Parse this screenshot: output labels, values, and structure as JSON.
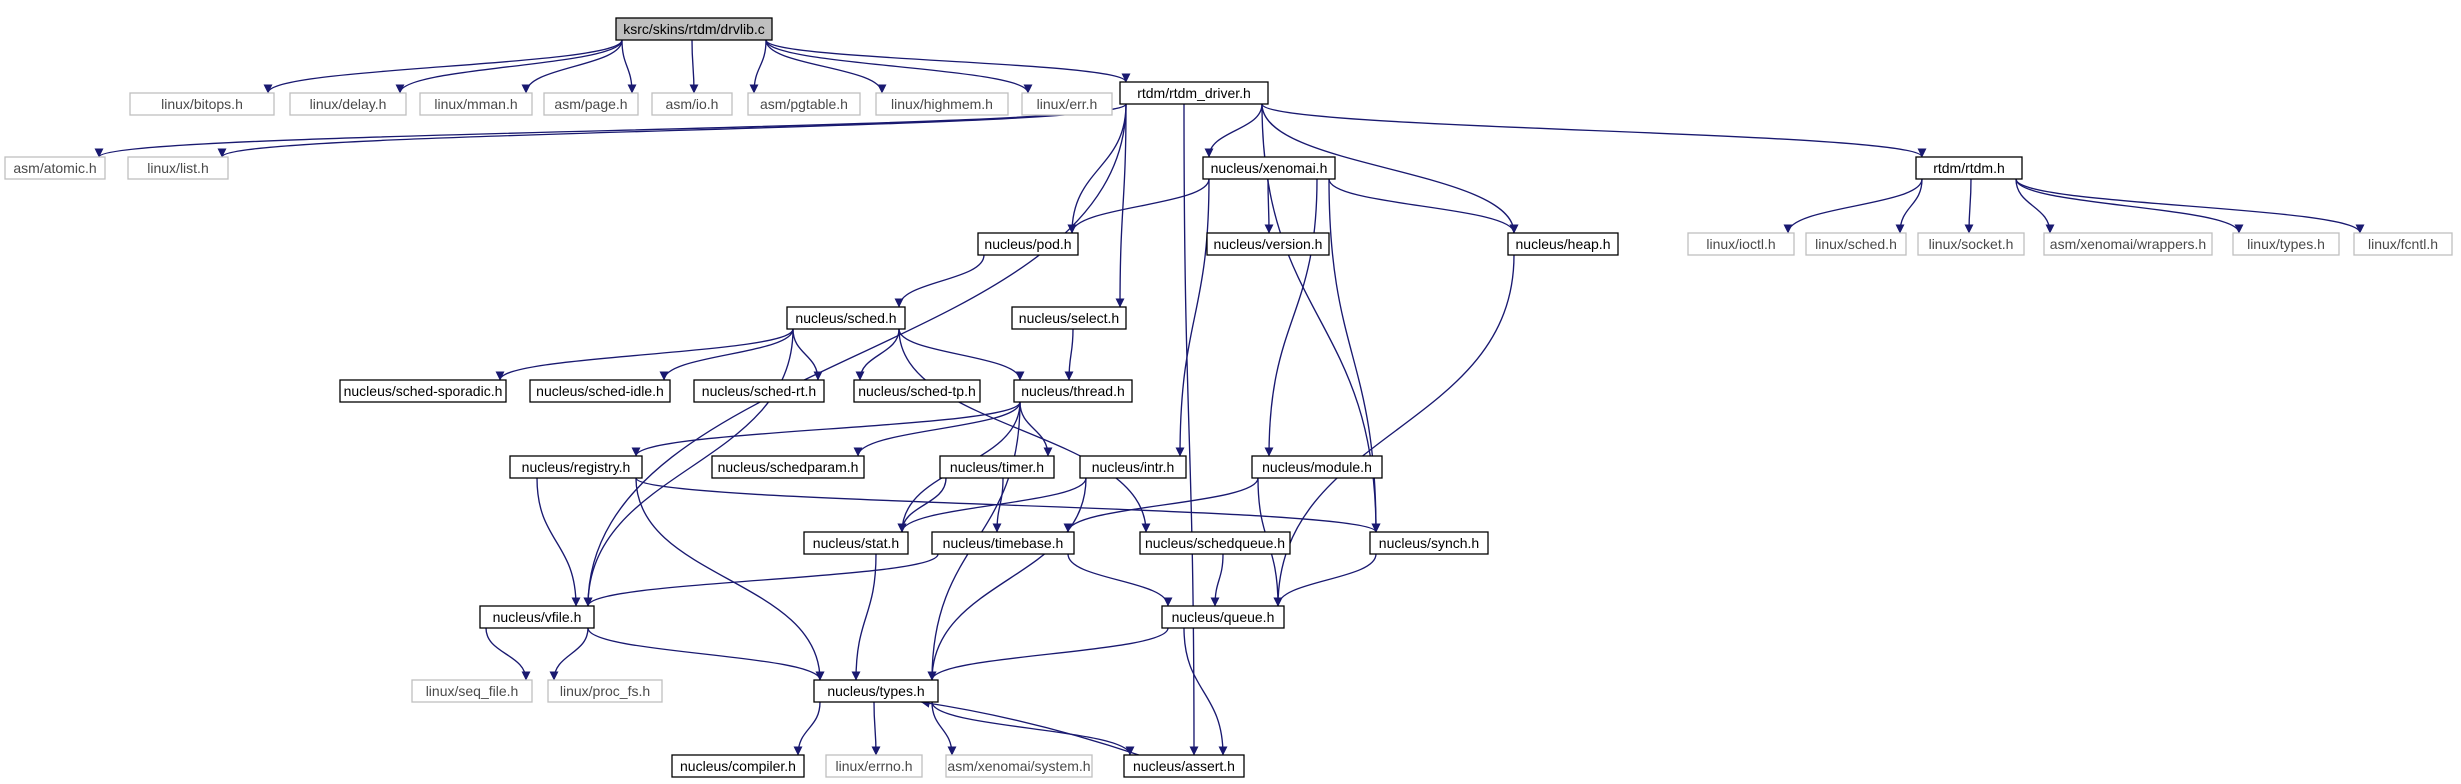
{
  "diagram": {
    "nodes": [
      {
        "id": "root",
        "label": "ksrc/skins/rtdm/drvlib.c",
        "kind": "root"
      },
      {
        "id": "bitops",
        "label": "linux/bitops.h",
        "kind": "external"
      },
      {
        "id": "delay",
        "label": "linux/delay.h",
        "kind": "external"
      },
      {
        "id": "mman",
        "label": "linux/mman.h",
        "kind": "external"
      },
      {
        "id": "page",
        "label": "asm/page.h",
        "kind": "external"
      },
      {
        "id": "io",
        "label": "asm/io.h",
        "kind": "external"
      },
      {
        "id": "pgtable",
        "label": "asm/pgtable.h",
        "kind": "external"
      },
      {
        "id": "highmem",
        "label": "linux/highmem.h",
        "kind": "external"
      },
      {
        "id": "err",
        "label": "linux/err.h",
        "kind": "external"
      },
      {
        "id": "rtdm_driver",
        "label": "rtdm/rtdm_driver.h",
        "kind": "documented"
      },
      {
        "id": "atomic",
        "label": "asm/atomic.h",
        "kind": "external"
      },
      {
        "id": "list",
        "label": "linux/list.h",
        "kind": "external"
      },
      {
        "id": "xenomai",
        "label": "nucleus/xenomai.h",
        "kind": "documented"
      },
      {
        "id": "rtdm",
        "label": "rtdm/rtdm.h",
        "kind": "documented"
      },
      {
        "id": "pod",
        "label": "nucleus/pod.h",
        "kind": "documented"
      },
      {
        "id": "version",
        "label": "nucleus/version.h",
        "kind": "documented"
      },
      {
        "id": "heap",
        "label": "nucleus/heap.h",
        "kind": "documented"
      },
      {
        "id": "ioctl",
        "label": "linux/ioctl.h",
        "kind": "external"
      },
      {
        "id": "lsched",
        "label": "linux/sched.h",
        "kind": "external"
      },
      {
        "id": "socket",
        "label": "linux/socket.h",
        "kind": "external"
      },
      {
        "id": "wrappers",
        "label": "asm/xenomai/wrappers.h",
        "kind": "external"
      },
      {
        "id": "ltypes",
        "label": "linux/types.h",
        "kind": "external"
      },
      {
        "id": "fcntl",
        "label": "linux/fcntl.h",
        "kind": "external"
      },
      {
        "id": "sched",
        "label": "nucleus/sched.h",
        "kind": "documented"
      },
      {
        "id": "select",
        "label": "nucleus/select.h",
        "kind": "documented"
      },
      {
        "id": "sporadic",
        "label": "nucleus/sched-sporadic.h",
        "kind": "documented"
      },
      {
        "id": "idle",
        "label": "nucleus/sched-idle.h",
        "kind": "documented"
      },
      {
        "id": "rt",
        "label": "nucleus/sched-rt.h",
        "kind": "documented"
      },
      {
        "id": "tp",
        "label": "nucleus/sched-tp.h",
        "kind": "documented"
      },
      {
        "id": "thread",
        "label": "nucleus/thread.h",
        "kind": "documented"
      },
      {
        "id": "registry",
        "label": "nucleus/registry.h",
        "kind": "documented"
      },
      {
        "id": "schedparam",
        "label": "nucleus/schedparam.h",
        "kind": "documented"
      },
      {
        "id": "timer",
        "label": "nucleus/timer.h",
        "kind": "documented"
      },
      {
        "id": "intr",
        "label": "nucleus/intr.h",
        "kind": "documented"
      },
      {
        "id": "module",
        "label": "nucleus/module.h",
        "kind": "documented"
      },
      {
        "id": "stat",
        "label": "nucleus/stat.h",
        "kind": "documented"
      },
      {
        "id": "timebase",
        "label": "nucleus/timebase.h",
        "kind": "documented"
      },
      {
        "id": "schedqueue",
        "label": "nucleus/schedqueue.h",
        "kind": "documented"
      },
      {
        "id": "synch",
        "label": "nucleus/synch.h",
        "kind": "documented"
      },
      {
        "id": "vfile",
        "label": "nucleus/vfile.h",
        "kind": "documented"
      },
      {
        "id": "queue",
        "label": "nucleus/queue.h",
        "kind": "documented"
      },
      {
        "id": "seqfile",
        "label": "linux/seq_file.h",
        "kind": "external"
      },
      {
        "id": "procfs",
        "label": "linux/proc_fs.h",
        "kind": "external"
      },
      {
        "id": "types",
        "label": "nucleus/types.h",
        "kind": "documented"
      },
      {
        "id": "compiler",
        "label": "nucleus/compiler.h",
        "kind": "documented"
      },
      {
        "id": "errno",
        "label": "linux/errno.h",
        "kind": "external"
      },
      {
        "id": "system",
        "label": "asm/xenomai/system.h",
        "kind": "external"
      },
      {
        "id": "assert",
        "label": "nucleus/assert.h",
        "kind": "documented"
      }
    ],
    "edges": [
      [
        "root",
        "bitops"
      ],
      [
        "root",
        "delay"
      ],
      [
        "root",
        "mman"
      ],
      [
        "root",
        "page"
      ],
      [
        "root",
        "io"
      ],
      [
        "root",
        "pgtable"
      ],
      [
        "root",
        "highmem"
      ],
      [
        "root",
        "err"
      ],
      [
        "root",
        "rtdm_driver"
      ],
      [
        "rtdm_driver",
        "atomic"
      ],
      [
        "rtdm_driver",
        "list"
      ],
      [
        "rtdm_driver",
        "xenomai"
      ],
      [
        "rtdm_driver",
        "rtdm"
      ],
      [
        "rtdm_driver",
        "pod"
      ],
      [
        "rtdm_driver",
        "heap"
      ],
      [
        "rtdm_driver",
        "select"
      ],
      [
        "rtdm_driver",
        "vfile"
      ],
      [
        "rtdm_driver",
        "synch"
      ],
      [
        "rtdm_driver",
        "assert"
      ],
      [
        "xenomai",
        "pod"
      ],
      [
        "xenomai",
        "version"
      ],
      [
        "xenomai",
        "heap"
      ],
      [
        "xenomai",
        "intr"
      ],
      [
        "xenomai",
        "module"
      ],
      [
        "xenomai",
        "synch"
      ],
      [
        "rtdm",
        "ioctl"
      ],
      [
        "rtdm",
        "lsched"
      ],
      [
        "rtdm",
        "socket"
      ],
      [
        "rtdm",
        "wrappers"
      ],
      [
        "rtdm",
        "ltypes"
      ],
      [
        "rtdm",
        "fcntl"
      ],
      [
        "pod",
        "sched"
      ],
      [
        "select",
        "thread"
      ],
      [
        "heap",
        "queue"
      ],
      [
        "sched",
        "sporadic"
      ],
      [
        "sched",
        "idle"
      ],
      [
        "sched",
        "rt"
      ],
      [
        "sched",
        "tp"
      ],
      [
        "sched",
        "thread"
      ],
      [
        "sched",
        "schedqueue"
      ],
      [
        "sched",
        "vfile"
      ],
      [
        "thread",
        "registry"
      ],
      [
        "thread",
        "schedparam"
      ],
      [
        "thread",
        "timer"
      ],
      [
        "thread",
        "stat"
      ],
      [
        "thread",
        "types"
      ],
      [
        "registry",
        "vfile"
      ],
      [
        "registry",
        "synch"
      ],
      [
        "registry",
        "types"
      ],
      [
        "timer",
        "stat"
      ],
      [
        "timer",
        "timebase"
      ],
      [
        "intr",
        "stat"
      ],
      [
        "intr",
        "types"
      ],
      [
        "module",
        "timebase"
      ],
      [
        "module",
        "queue"
      ],
      [
        "stat",
        "types"
      ],
      [
        "timebase",
        "vfile"
      ],
      [
        "timebase",
        "queue"
      ],
      [
        "schedqueue",
        "queue"
      ],
      [
        "synch",
        "queue"
      ],
      [
        "vfile",
        "seqfile"
      ],
      [
        "vfile",
        "procfs"
      ],
      [
        "vfile",
        "types"
      ],
      [
        "queue",
        "types"
      ],
      [
        "queue",
        "assert"
      ],
      [
        "types",
        "compiler"
      ],
      [
        "types",
        "errno"
      ],
      [
        "types",
        "system"
      ],
      [
        "types",
        "assert"
      ],
      [
        "assert",
        "types"
      ]
    ]
  }
}
